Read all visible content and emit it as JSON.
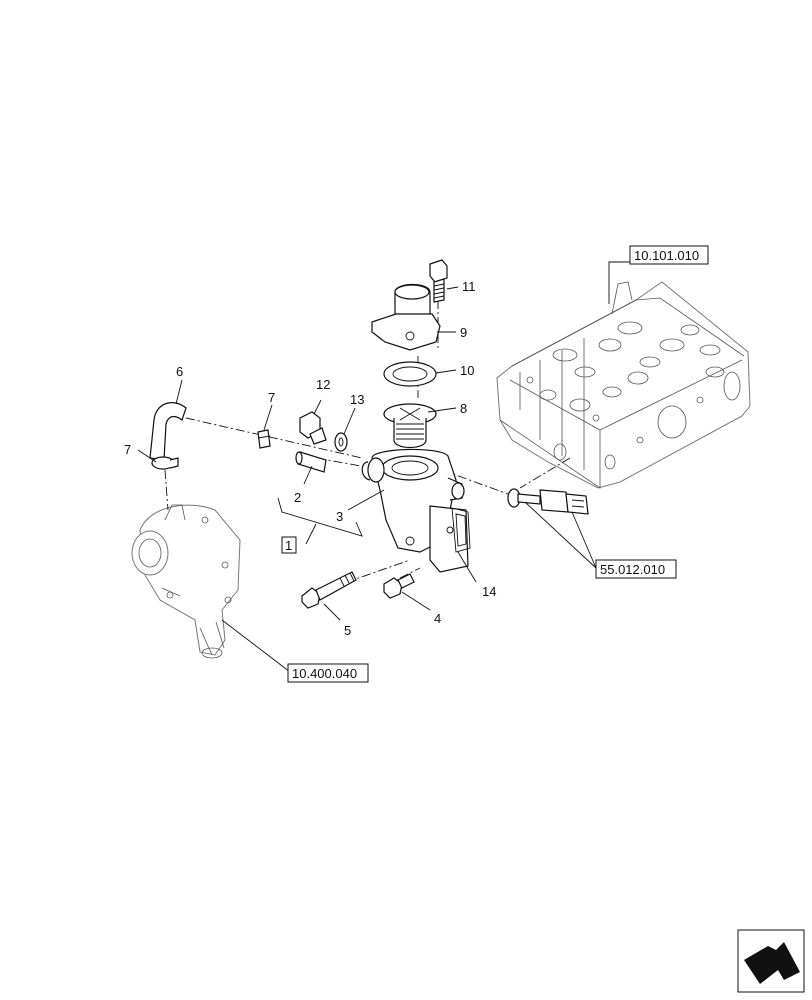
{
  "callouts": {
    "c1": "1",
    "c2": "2",
    "c3": "3",
    "c4": "4",
    "c5": "5",
    "c6": "6",
    "c7a": "7",
    "c7b": "7",
    "c8": "8",
    "c9": "9",
    "c10": "10",
    "c11": "11",
    "c12": "12",
    "c13": "13",
    "c14": "14"
  },
  "references": {
    "cylinder_head": "10.101.010",
    "temperature_sensor": "55.012.010",
    "water_pump": "10.400.040"
  },
  "icons": {
    "navigation": "return-arrow-icon"
  }
}
